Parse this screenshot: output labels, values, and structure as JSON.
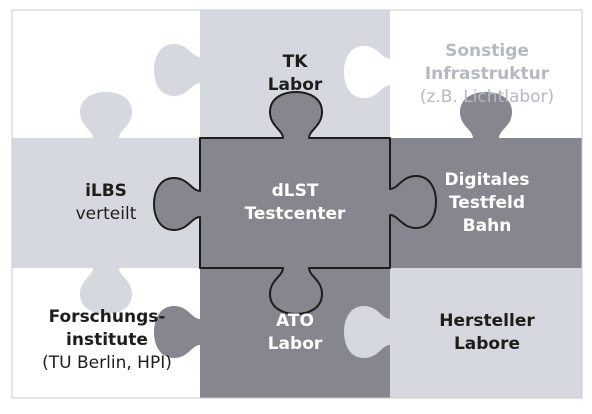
{
  "pieces": [
    {
      "id": "tk-labor",
      "lines": [
        "TK",
        "Labor"
      ],
      "bold": [
        true,
        true
      ],
      "fill": "#d5d8de",
      "text_color": "#1d1d1b",
      "highlight": false
    },
    {
      "id": "sonstige",
      "lines": [
        "Sonstige",
        "Infrastruktur",
        "(z.B. Lichtlabor)"
      ],
      "bold": [
        true,
        true,
        false
      ],
      "fill": "#ffffff",
      "text_color": "#b6b9c0",
      "highlight": false
    },
    {
      "id": "ilbs",
      "lines": [
        "iLBS",
        "verteilt"
      ],
      "bold": [
        true,
        false
      ],
      "fill": "#d5d8de",
      "text_color": "#1d1d1b",
      "highlight": false
    },
    {
      "id": "dlst",
      "lines": [
        "dLST",
        "Testcenter"
      ],
      "bold": [
        true,
        true
      ],
      "fill": "#85868e",
      "text_color": "#ffffff",
      "highlight": true
    },
    {
      "id": "digitales",
      "lines": [
        "Digitales",
        "Testfeld",
        "Bahn"
      ],
      "bold": [
        true,
        true,
        true
      ],
      "fill": "#85868e",
      "text_color": "#ffffff",
      "highlight": false
    },
    {
      "id": "forschung",
      "lines": [
        "Forschungs-",
        "institute",
        "(TU Berlin, HPI)"
      ],
      "bold": [
        true,
        true,
        false
      ],
      "fill": "#ffffff",
      "text_color": "#1d1d1b",
      "highlight": false
    },
    {
      "id": "ato",
      "lines": [
        "ATO",
        "Labor"
      ],
      "bold": [
        true,
        true
      ],
      "fill": "#85868e",
      "text_color": "#ffffff",
      "highlight": false
    },
    {
      "id": "hersteller",
      "lines": [
        "Hersteller",
        "Labore"
      ],
      "bold": [
        true,
        true
      ],
      "fill": "#d5d8de",
      "text_color": "#1d1d1b",
      "highlight": false
    }
  ],
  "colors": {
    "background": "#ffffff",
    "tile_white": "#ffffff",
    "tile_light": "#d5d8de",
    "tile_dark": "#85868e",
    "outline": "#1d1d1b"
  }
}
